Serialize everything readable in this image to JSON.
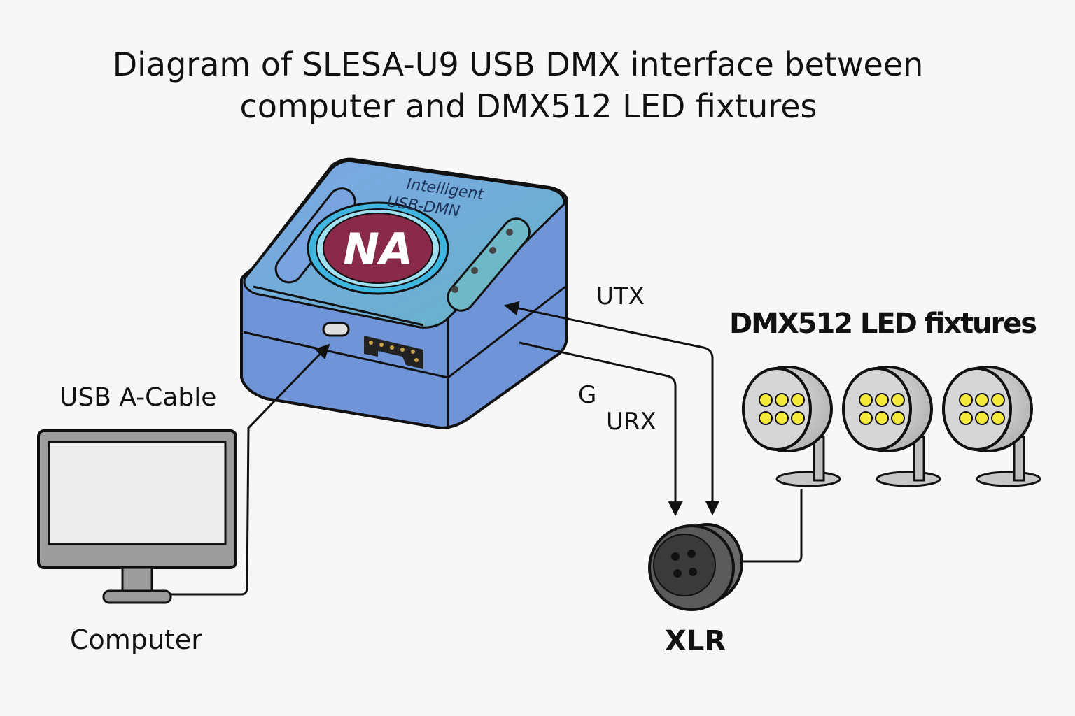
{
  "title": {
    "line1": "Diagram of SLESA-U9 USB DMX interface between",
    "line2": "computer and DMX512 LED fixtures"
  },
  "device": {
    "label_line1": "Intelligent",
    "label_line2": "USB-DMN",
    "logo_text": "NA",
    "colors": {
      "body": "#6f95d8",
      "logo": "#8a2a4a",
      "ring": "#3fb6e0"
    }
  },
  "labels": {
    "usb_cable": "USB A-Cable",
    "computer": "Computer",
    "utx": "UTX",
    "g": "G",
    "urx": "URX",
    "fixtures": "DMX512 LED fixtures",
    "xlr": "XLR"
  },
  "fixtures": {
    "count": 3,
    "led_color": "#f5ea3a"
  }
}
